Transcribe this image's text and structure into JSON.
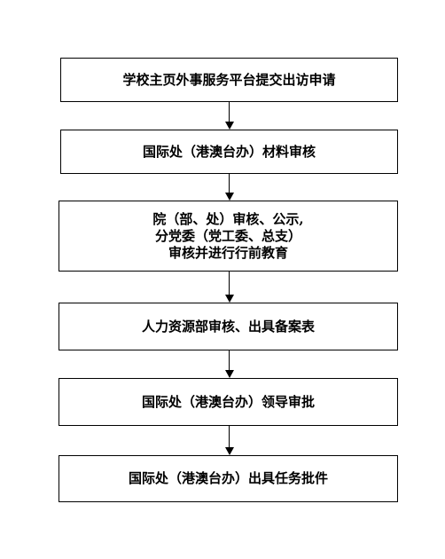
{
  "flowchart": {
    "steps": [
      {
        "lines": [
          "学校主页外事服务平台提交出访申请"
        ]
      },
      {
        "lines": [
          "国际处（港澳台办）材料审核"
        ]
      },
      {
        "lines": [
          "院（部、处）审核、公示,",
          "分党委（党工委、总支）",
          "审核并进行行前教育"
        ]
      },
      {
        "lines": [
          "人力资源部审核、出具备案表"
        ]
      },
      {
        "lines": [
          "国际处（港澳台办）领导审批"
        ]
      },
      {
        "lines": [
          "国际处（港澳台办）出具任务批件"
        ]
      }
    ]
  }
}
